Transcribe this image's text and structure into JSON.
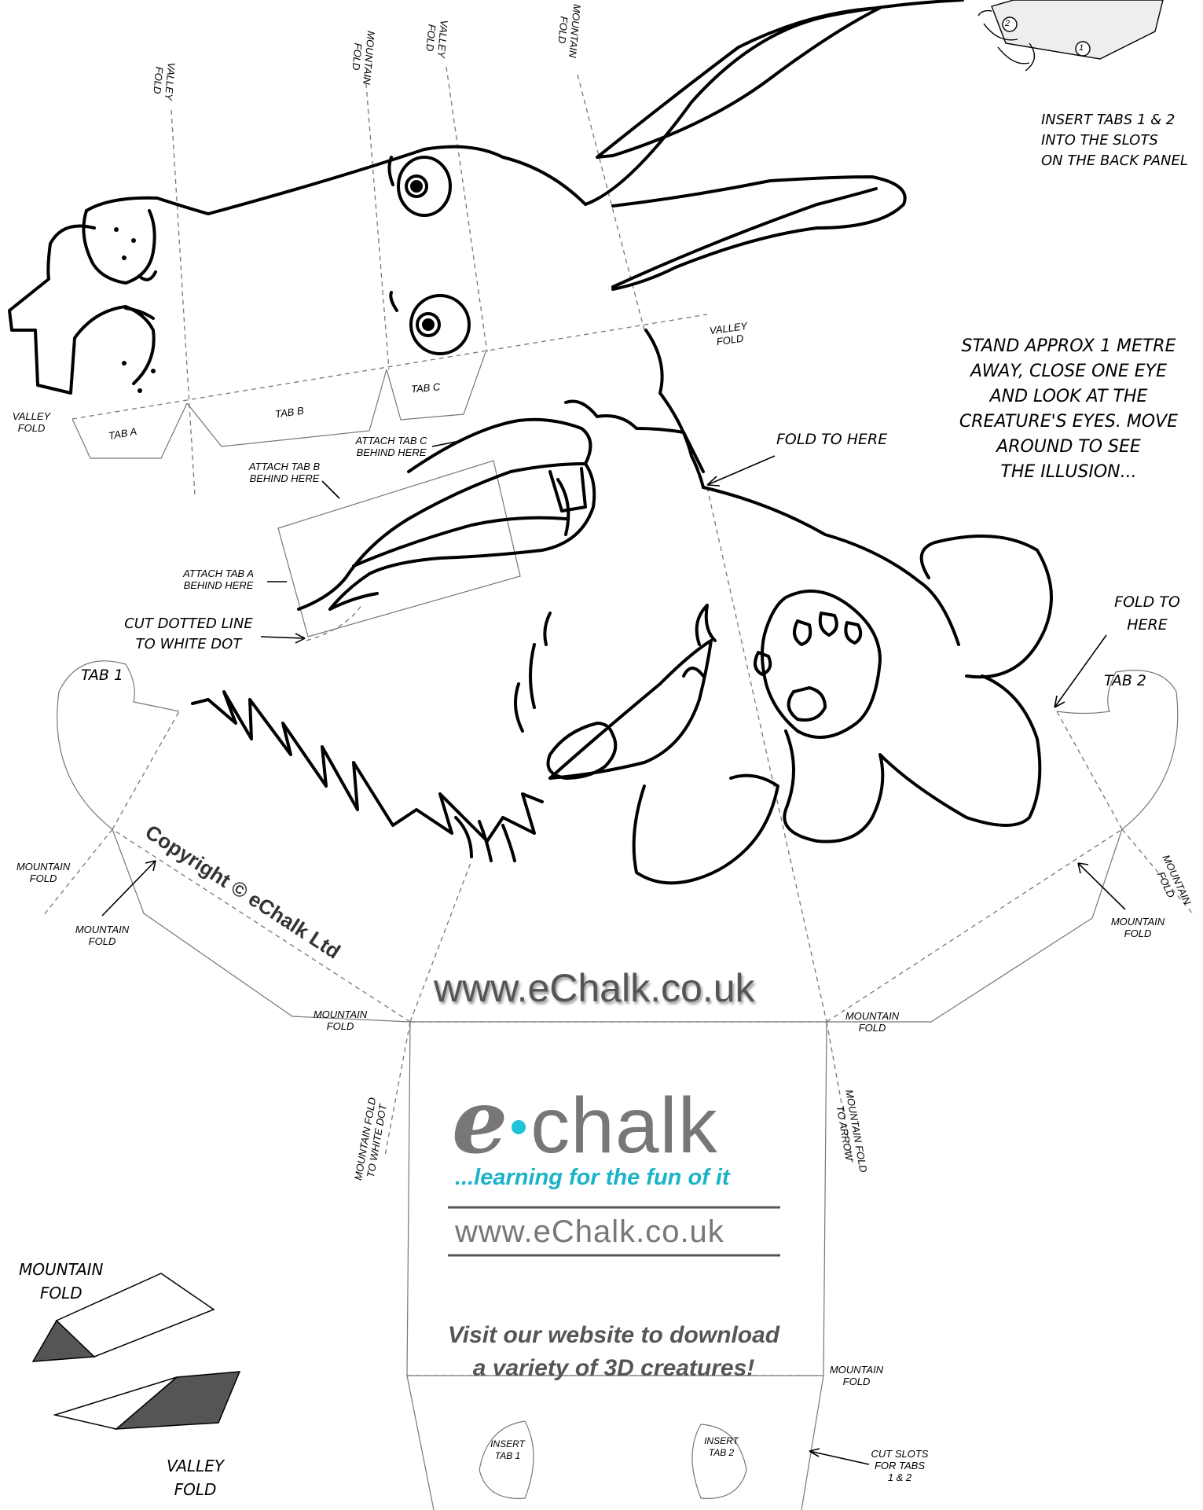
{
  "fold_labels": {
    "valley_fold": "VALLEY\nFOLD",
    "mountain_fold": "MOUNTAIN\nFOLD",
    "valley_fold_inline": "VALLEY FOLD",
    "mountain_fold_to_white_dot": "MOUNTAIN FOLD\nTO WHITE DOT",
    "mountain_fold_to_arrow": "MOUNTAIN FOLD\nTO ARROW"
  },
  "tabs": {
    "tab_a": "TAB A",
    "tab_b": "TAB B",
    "tab_c": "TAB C",
    "tab_1": "TAB 1",
    "tab_2": "TAB 2",
    "insert_tab_1": "INSERT\nTAB 1",
    "insert_tab_2": "INSERT\nTAB 2"
  },
  "attach": {
    "attach_tab_a": "ATTACH TAB A\nBEHIND HERE",
    "attach_tab_b": "ATTACH TAB B\nBEHIND HERE",
    "attach_tab_c": "ATTACH TAB C\nBEHIND HERE"
  },
  "instructions": {
    "insert_tabs": "INSERT TABS 1 & 2\nINTO THE SLOTS\nON THE BACK PANEL",
    "stand_away": "STAND APPROX 1 METRE\nAWAY, CLOSE ONE EYE\nAND LOOK AT THE\nCREATURE'S EYES. MOVE\nAROUND TO SEE\nTHE ILLUSION...",
    "fold_to_here": "FOLD TO HERE",
    "fold_to_here_right": "FOLD TO\nHERE",
    "cut_dotted_line": "CUT DOTTED LINE\nTO WHITE DOT",
    "cut_slots": "CUT SLOTS\nFOR TABS\n1 & 2"
  },
  "diagram_numbers": {
    "one": "1",
    "two": "2"
  },
  "legend": {
    "mountain_fold": "MOUNTAIN\nFOLD",
    "valley_fold": "VALLEY\nFOLD"
  },
  "branding": {
    "copyright": "Copyright © eChalk Ltd",
    "website_large": "www.eChalk.co.uk",
    "logo_e": "e",
    "logo_chalk": "chalk",
    "tagline": "...learning for the fun of it",
    "website_small": "www.eChalk.co.uk",
    "visit": "Visit our website to download\na variety of 3D creatures!",
    "logo_dot_color": "#1ec4d8",
    "tagline_color": "#1ab3c7"
  }
}
